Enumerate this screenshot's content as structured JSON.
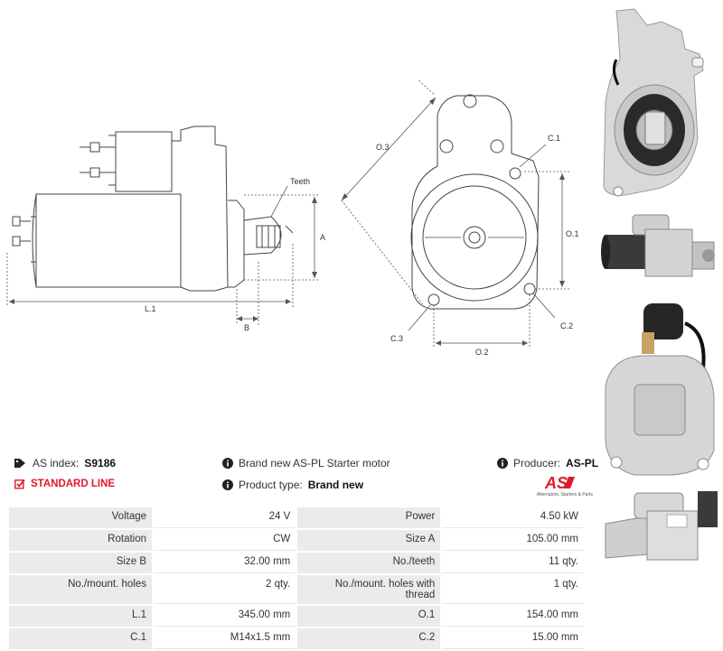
{
  "drawings": {
    "side": {
      "teeth": "Teeth",
      "a": "A",
      "l1": "L.1",
      "b": "B"
    },
    "front": {
      "o3": "O.3",
      "c1": "C.1",
      "o1": "O.1",
      "c2": "C.2",
      "c3": "C.3",
      "o2": "O.2"
    }
  },
  "info": {
    "index_label": "AS index:",
    "index_value": "S9186",
    "description": "Brand new AS-PL Starter motor",
    "producer_label": "Producer:",
    "producer_value": "AS-PL",
    "standard_line": "STANDARD LINE",
    "product_type_label": "Product type:",
    "product_type_value": "Brand new",
    "logo_text": "AS",
    "logo_tagline": "Alternators, Starters & Parts"
  },
  "specs": [
    [
      "Voltage",
      "24 V",
      "Power",
      "4.50 kW"
    ],
    [
      "Rotation",
      "CW",
      "Size A",
      "105.00 mm"
    ],
    [
      "Size B",
      "32.00 mm",
      "No./teeth",
      "11 qty."
    ],
    [
      "No./mount. holes",
      "2 qty.",
      "No./mount. holes with thread",
      "1 qty."
    ],
    [
      "L.1",
      "345.00 mm",
      "O.1",
      "154.00 mm"
    ],
    [
      "C.1",
      "M14x1.5 mm",
      "C.2",
      "15.00 mm"
    ]
  ],
  "colors": {
    "accent": "#e0192b",
    "label_bg": "#ebebeb",
    "text": "#333333"
  }
}
